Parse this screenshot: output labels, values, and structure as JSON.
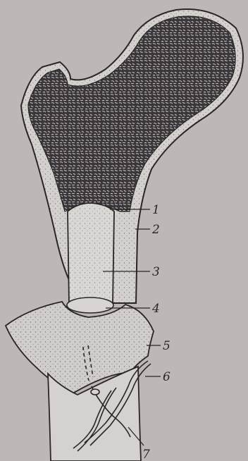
{
  "labels": [
    {
      "id": "1",
      "text": "1"
    },
    {
      "id": "2",
      "text": "2"
    },
    {
      "id": "3",
      "text": "3"
    },
    {
      "id": "4",
      "text": "4"
    },
    {
      "id": "5",
      "text": "5"
    },
    {
      "id": "6",
      "text": "6"
    },
    {
      "id": "7",
      "text": "7"
    }
  ],
  "colors": {
    "background": "#bdb8b6",
    "bone": "#d2cfcc",
    "spongy": "#3f3a3d",
    "ink": "#2a2627"
  }
}
